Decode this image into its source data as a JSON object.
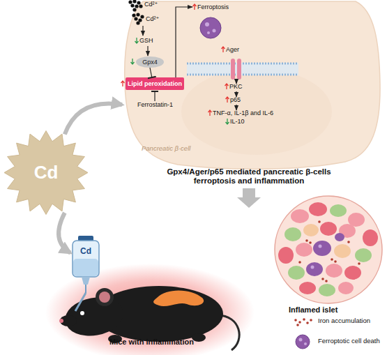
{
  "diagram": {
    "nodes": [
      {
        "text": [
          "Pancreatic β-cell"
        ]
      },
      {
        "text": [
          "Gpx4"
        ],
        "in": 0
      },
      {
        "text": [
          "Lipid peroxidation"
        ],
        "in": 0
      },
      {
        "text": [
          "Cd"
        ]
      },
      {
        "text": [
          "Cd"
        ]
      },
      {
        "text": [
          "Mice with inflammation"
        ]
      },
      {
        "text": [
          "Inflamed islet"
        ]
      }
    ],
    "edges": [
      {
        "from": 1,
        "to": 2,
        "arrow": "to"
      },
      {
        "from": 3,
        "to": 0,
        "arrow": "to"
      },
      {
        "from": 3,
        "to": 4,
        "arrow": "to"
      }
    ],
    "labels": [
      "Cd²⁺",
      "Cd²⁺",
      "GSH",
      "Ferrostatin-1",
      "Ferroptosis",
      "Ager",
      "PKC",
      "p65",
      "TNF-α, IL-1β and IL-6",
      "IL-10",
      "Gpx4/Ager/p65 mediated pancreatic β-cells ferroptosis and inflammation"
    ],
    "legend": [
      {
        "text": "Iron accumulation"
      },
      {
        "text": "Ferroptotic cell death"
      }
    ]
  }
}
